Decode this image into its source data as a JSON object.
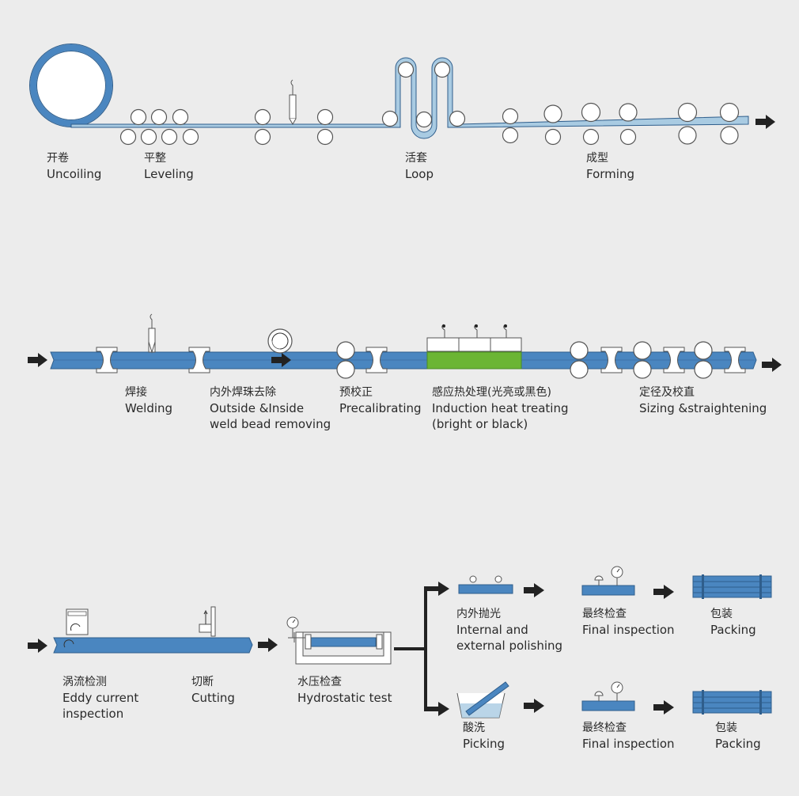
{
  "stages": {
    "uncoiling": {
      "zh": "开卷",
      "en": "Uncoiling"
    },
    "leveling": {
      "zh": "平整",
      "en": "Leveling"
    },
    "loop": {
      "zh": "活套",
      "en": "Loop"
    },
    "forming": {
      "zh": "成型",
      "en": "Forming"
    },
    "welding": {
      "zh": "焊接",
      "en": "Welding"
    },
    "bead_removing": {
      "zh": "内外焊珠去除",
      "en": "Outside &Inside",
      "en2": "weld bead removing"
    },
    "precalibrating": {
      "zh": "预校正",
      "en": "Precalibrating"
    },
    "heat_treating": {
      "zh": "感应热处理(光亮或黑色)",
      "en": "Induction heat treating",
      "en2": "(bright or black)"
    },
    "sizing": {
      "zh": "定径及校直",
      "en": "Sizing &straightening"
    },
    "eddy": {
      "zh": "涡流检测",
      "en": "Eddy current",
      "en2": "inspection"
    },
    "cutting": {
      "zh": "切断",
      "en": "Cutting"
    },
    "hydrostatic": {
      "zh": "水压检查",
      "en": "Hydrostatic test"
    },
    "polishing": {
      "zh": "内外抛光",
      "en": "Internal and",
      "en2": "external polishing"
    },
    "final_inspection_top": {
      "zh": "最终检查",
      "en": "Final inspection"
    },
    "packing_top": {
      "zh": "包装",
      "en": "Packing"
    },
    "picking": {
      "zh": "酸洗",
      "en": "Picking"
    },
    "final_inspection_bottom": {
      "zh": "最终检查",
      "en": "Final inspection"
    },
    "packing_bottom": {
      "zh": "包装",
      "en": "Packing"
    }
  },
  "colors": {
    "background": "#ececec",
    "strip_light": "#a9cbe2",
    "pipe": "#4a86c0",
    "pipe_outline": "#2f5e8c",
    "heat_zone": "#6bb534",
    "roller_outline": "#555555",
    "arrow": "#222222"
  }
}
